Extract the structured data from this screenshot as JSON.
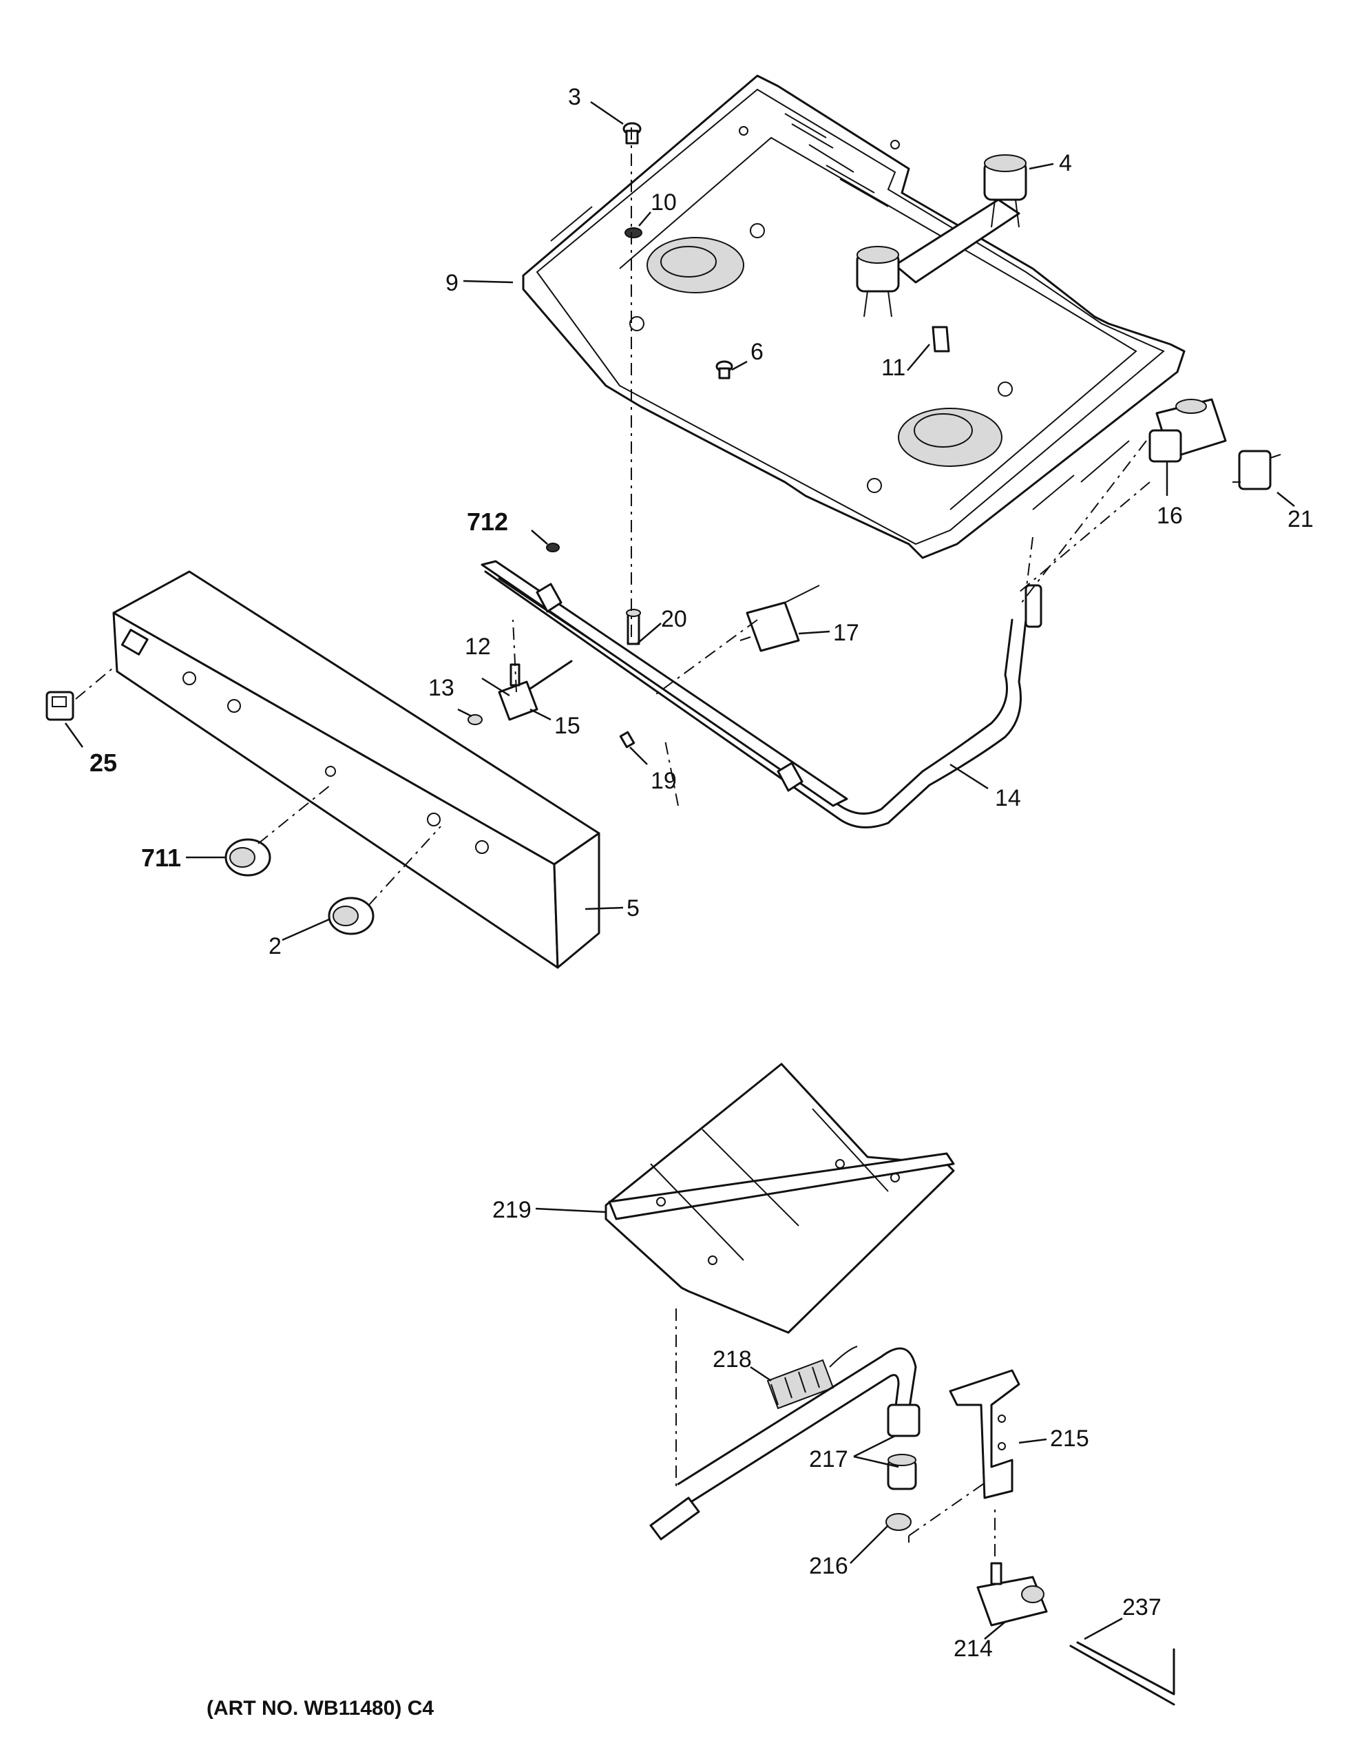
{
  "callouts": {
    "c3": "3",
    "c4": "4",
    "c10": "10",
    "c9": "9",
    "c6": "6",
    "c11": "11",
    "c16": "16",
    "c21": "21",
    "c712": "712",
    "c20": "20",
    "c17": "17",
    "c12": "12",
    "c13": "13",
    "c15": "15",
    "c25": "25",
    "c19": "19",
    "c14": "14",
    "c711": "711",
    "c5": "5",
    "c2": "2",
    "c219": "219",
    "c218": "218",
    "c215": "215",
    "c217": "217",
    "c216": "216",
    "c237": "237",
    "c214": "214"
  },
  "caption": "(ART NO. WB11480) C4"
}
